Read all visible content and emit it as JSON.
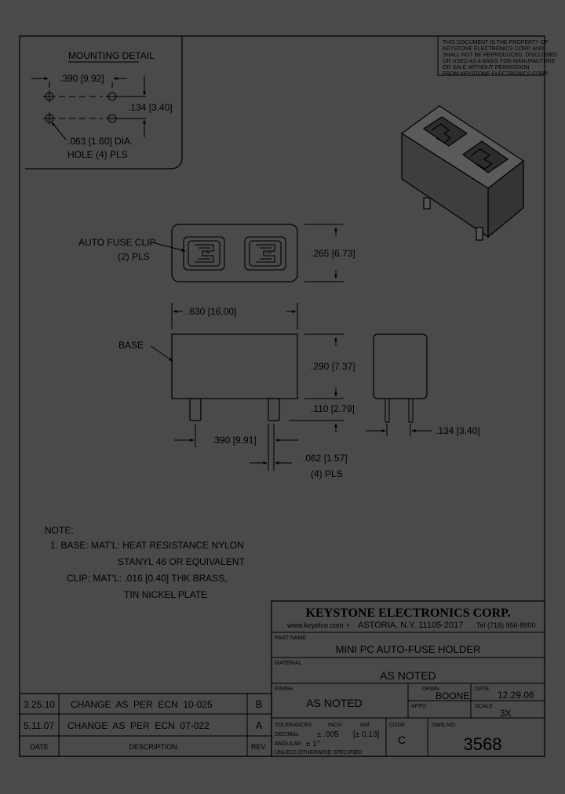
{
  "notice": {
    "lines": [
      "THIS DOCUMENT IS THE PROPERTY OF",
      "KEYSTONE ELECTRONICS CORP. AND",
      "SHALL NOT BE REPRODUCED, DISCLOSED",
      "OR USED AS A BASIS FOR MANUFACTURE",
      "OR SALE WITHOUT PERMISSION",
      "FROM KEYSTONE ELECTRONICS CORP."
    ]
  },
  "mounting_detail": {
    "title": "MOUNTING DETAIL",
    "spacing_x": ".390 [9.92]",
    "spacing_y": ".134 [3.40]",
    "hole_line1": ".063 [1.60] DIA.",
    "hole_line2": "HOLE (4) PLS"
  },
  "top_view": {
    "clip_label_line1": "AUTO FUSE CLIP",
    "clip_label_line2": "(2) PLS",
    "depth_dim": ".265 [6.73]"
  },
  "front_view": {
    "width_dim": ".630 [16.00]",
    "base_label": "BASE",
    "height_dim": ".290 [7.37]",
    "pin_length_dim": ".110 [2.79]",
    "pin_spacing_dim": ".390 [9.91]",
    "pin_width_line1": ".062 [1.57]",
    "pin_width_line2": "(4) PLS"
  },
  "side_view": {
    "pin_spacing_dim": ".134 [3.40]"
  },
  "notes": {
    "heading": "NOTE:",
    "line1": "1. BASE: MAT'L: HEAT RESISTANCE NYLON",
    "line2": "STANYL 46 OR EQUIVALENT",
    "line3": "CLIP: MAT'L: .016 [0.40] THK BRASS,",
    "line4": "TIN NICKEL PLATE"
  },
  "title_block": {
    "company": "KEYSTONE ELECTRONICS CORP.",
    "website": "www.keyelco.com",
    "address": "ASTORIA, N.Y. 11105-2017",
    "phone": "Tel (718) 956-8900",
    "part_name_label": "PART NAME",
    "part_name": "MINI PC AUTO-FUSE HOLDER",
    "material_label": "MATERIAL",
    "material": "AS NOTED",
    "finish_label": "FINISH",
    "finish": "AS NOTED",
    "drawn_label": "DRWN",
    "drawn_by": "BOONE",
    "appd_label": "APPD",
    "date_label": "DATE",
    "date": "12.29.06",
    "scale_label": "SCALE",
    "scale": "3X",
    "tolerances_label": "TOLERANCES",
    "inch_label": "INCH",
    "mm_label": "MM",
    "decimal_label": "DECIMAL",
    "decimal_tol": "± .005",
    "decimal_tol_mm": "[± 0.13]",
    "angular_label": "ANGULAR",
    "angular_tol": "± 1°",
    "unless_label": "UNLESS OTHERWISE SPECIFIED",
    "code_label": "CODE",
    "code": "C",
    "dwg_no_label": "DWG NO.",
    "dwg_no": "3568"
  },
  "revisions": {
    "rows": [
      {
        "date": "3.25.10",
        "description": "CHANGE  AS  PER  ECN  10-025",
        "rev": "B"
      },
      {
        "date": "5.11.07",
        "description": "CHANGE  AS  PER  ECN  07-022",
        "rev": "A"
      }
    ],
    "header_date": "DATE",
    "header_description": "DESCRIPTION",
    "header_rev": "REV."
  }
}
